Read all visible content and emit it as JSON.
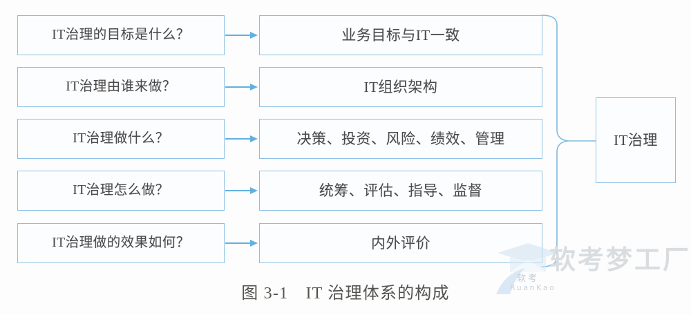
{
  "figure": {
    "caption": "图 3-1　IT 治理体系的构成",
    "background_color": "#fdfdfd",
    "node_border_color": "#8cc0e4",
    "arrow_color": "#62b0e0",
    "text_color": "#4a4a4a"
  },
  "rows": [
    {
      "question": "IT治理的目标是什么？",
      "answer": "业务目标与IT一致"
    },
    {
      "question": "IT治理由谁来做？",
      "answer": "IT组织架构"
    },
    {
      "question": "IT治理做什么？",
      "answer": "决策、投资、风险、绩效、管理"
    },
    {
      "question": "IT治理怎么做？",
      "answer": "统筹、评估、指导、监督"
    },
    {
      "question": "IT治理做的效果如何？",
      "answer": "内外评价"
    }
  ],
  "summary_node": {
    "label": "IT治理"
  },
  "watermark": {
    "main_text": "软考梦工厂",
    "logo_label": "软考",
    "logo_sublabel": "RuanKao",
    "color": "#d9dde0"
  }
}
